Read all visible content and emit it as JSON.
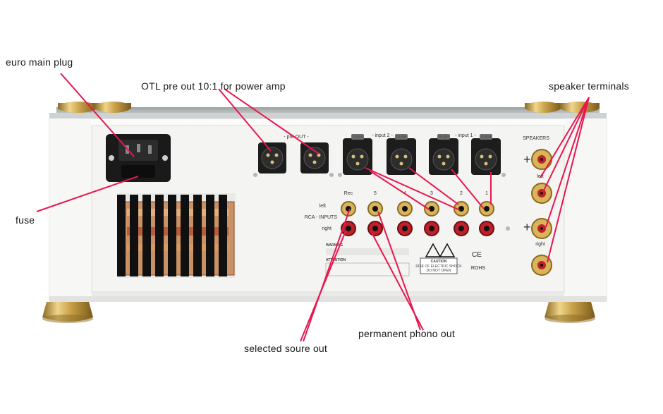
{
  "callouts": {
    "euro_main_plug": "euro main plug",
    "otl_pre_out": "OTL pre out 10:1 for power amp",
    "speaker_terminals": "speaker terminals",
    "fuse": "fuse",
    "permanent_phono_out": "permanent phono out",
    "selected_source_out": "selected soure out"
  },
  "panel": {
    "pre_out_label": "- pre OUT -",
    "input2_label": "- input 2 -",
    "input1_label": "- input 1 -",
    "speakers_label": "SPEAKERS",
    "push": "PUSH",
    "rca_inputs_label": "RCA - INPUTS",
    "row_left": "left",
    "row_right": "right",
    "spk_left": "left",
    "spk_right": "right",
    "plus": "+",
    "col_labels": [
      "Rec",
      "5",
      "4",
      "3",
      "2",
      "1"
    ],
    "warning_title": "WARNING",
    "attention_title": "ATTENTION",
    "caution_title": "CAUTION",
    "caution_line1": "RISK OF ELECTRIC SHOCK",
    "caution_line2": "DO NOT OPEN",
    "ce_mark": "CE",
    "rohs_mark": "ROHS"
  },
  "colors": {
    "callout_line": "#e8174e",
    "chassis": "#f2f2f0",
    "gold": "#c9a24a",
    "rca_red": "#c0202a"
  }
}
